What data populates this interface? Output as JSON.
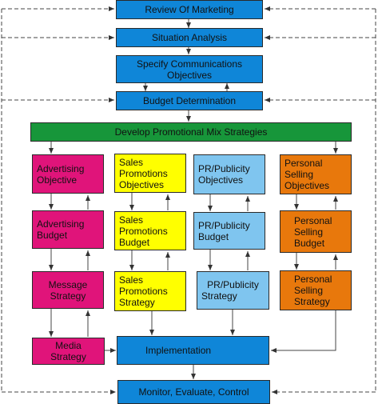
{
  "boxes": {
    "review": "Review Of Marketing",
    "situation": "Situation Analysis",
    "specify_line1": "Specify Communications",
    "specify_line2": "Objectives",
    "budget_det": "Budget Determination",
    "develop": "Develop Promotional Mix Strategies",
    "adv_obj_1": "Advertising",
    "adv_obj_2": "Objective",
    "adv_bud_1": "Advertising",
    "adv_bud_2": "Budget",
    "msg_1": "Message",
    "msg_2": "Strategy",
    "media_1": "Media",
    "media_2": "Strategy",
    "sp_obj_1": "Sales",
    "sp_obj_2": "Promotions",
    "sp_obj_3": "Objectives",
    "sp_bud_1": "Sales",
    "sp_bud_2": "Promotions",
    "sp_bud_3": "Budget",
    "sp_str_1": "Sales",
    "sp_str_2": "Promotions",
    "sp_str_3": "Strategy",
    "pr_obj_1": "PR/Publicity",
    "pr_obj_2": "Objectives",
    "pr_bud_1": "PR/Publicity",
    "pr_bud_2": "Budget",
    "pr_str_1": "PR/Publicity",
    "pr_str_2": "Strategy",
    "ps_obj_1": "Personal",
    "ps_obj_2": "Selling",
    "ps_obj_3": "Objectives",
    "ps_bud_1": "Personal",
    "ps_bud_2": "Selling",
    "ps_bud_3": "Budget",
    "ps_str_1": "Personal",
    "ps_str_2": "Selling",
    "ps_str_3": "Strategy",
    "implementation": "Implementation",
    "monitor": "Monitor, Evaluate, Control"
  },
  "colors": {
    "blue": "#0f86d8",
    "green": "#17963a",
    "pink": "#e0147a",
    "yellow": "#ffff00",
    "light_blue": "#7fc5ef",
    "orange": "#e8780c"
  }
}
